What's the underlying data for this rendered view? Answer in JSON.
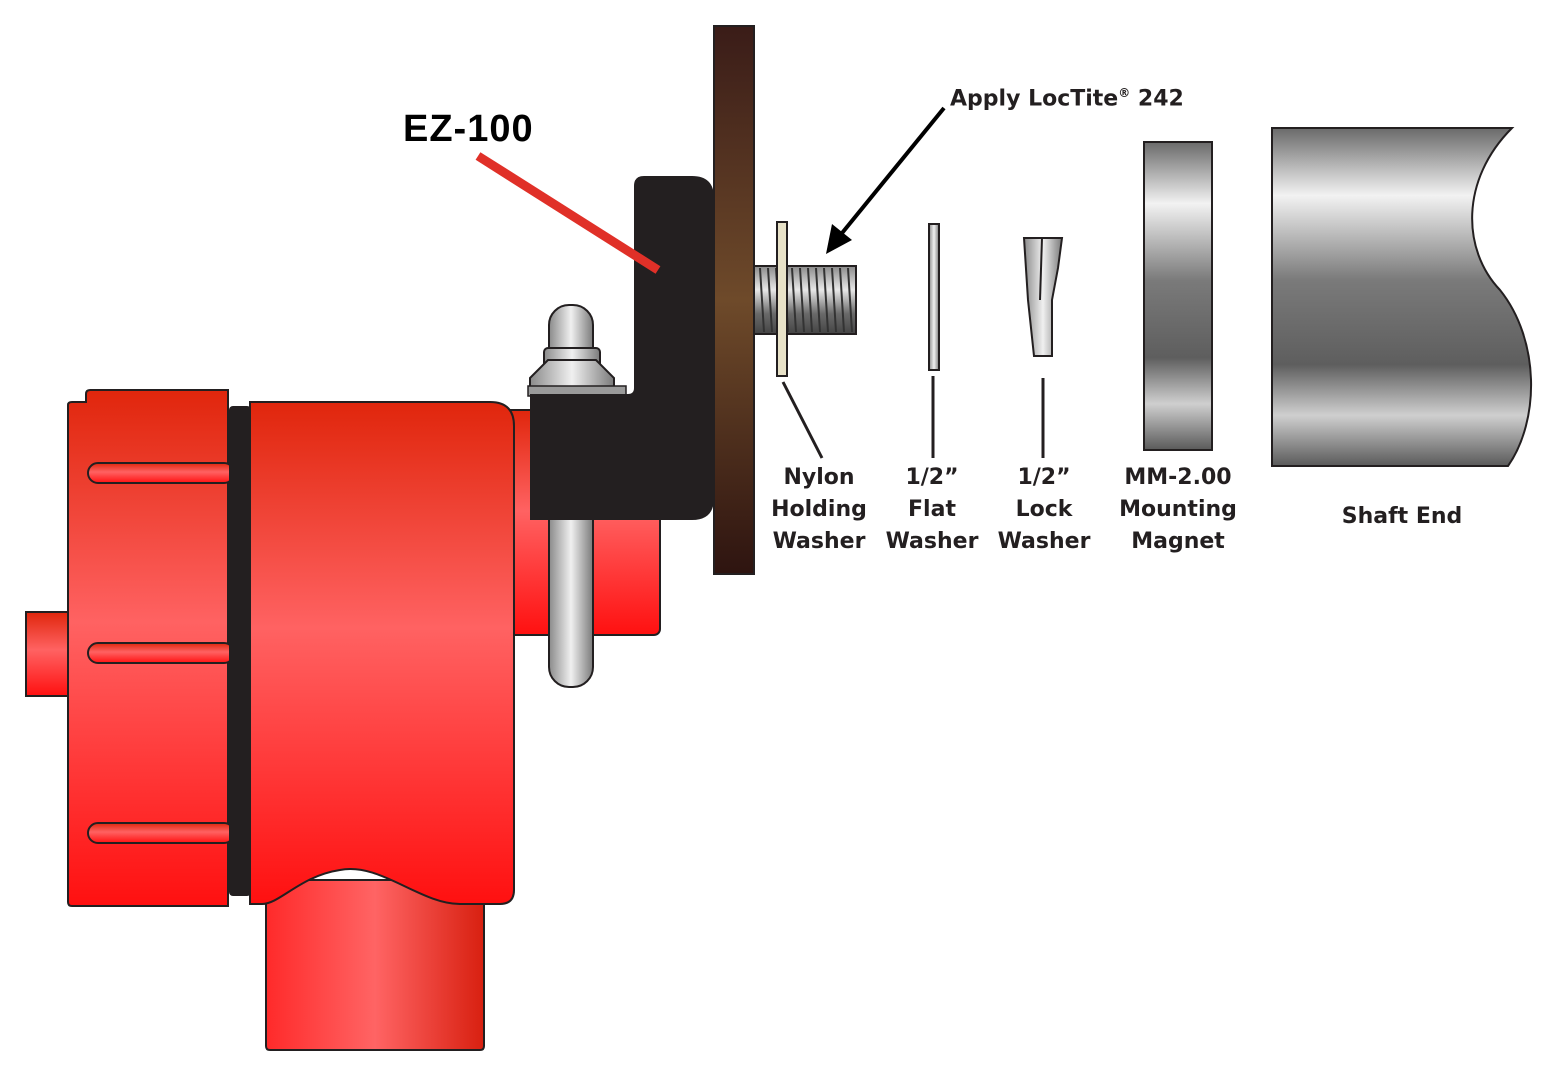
{
  "product": "EZ-100",
  "instruction": {
    "prefix": "Apply LocTite",
    "mark": "®",
    "suffix": " 242"
  },
  "parts": [
    {
      "id": "nylon",
      "lines": [
        "Nylon",
        "Holding",
        "Washer"
      ]
    },
    {
      "id": "flat",
      "lines": [
        "1/2”",
        "Flat",
        "Washer"
      ]
    },
    {
      "id": "lock",
      "lines": [
        "1/2”",
        "Lock",
        "Washer"
      ]
    },
    {
      "id": "magnet",
      "lines": [
        "MM-2.00",
        "Mounting",
        "Magnet"
      ]
    },
    {
      "id": "shaft",
      "lines": [
        "Shaft End"
      ]
    }
  ],
  "colors": {
    "housing": "#ff2a1f",
    "bracket": "#231f20",
    "plate": "#4a2a1c",
    "steel": "#9a9a9a",
    "pointer_red": "#e03028",
    "text": "#231f20"
  }
}
